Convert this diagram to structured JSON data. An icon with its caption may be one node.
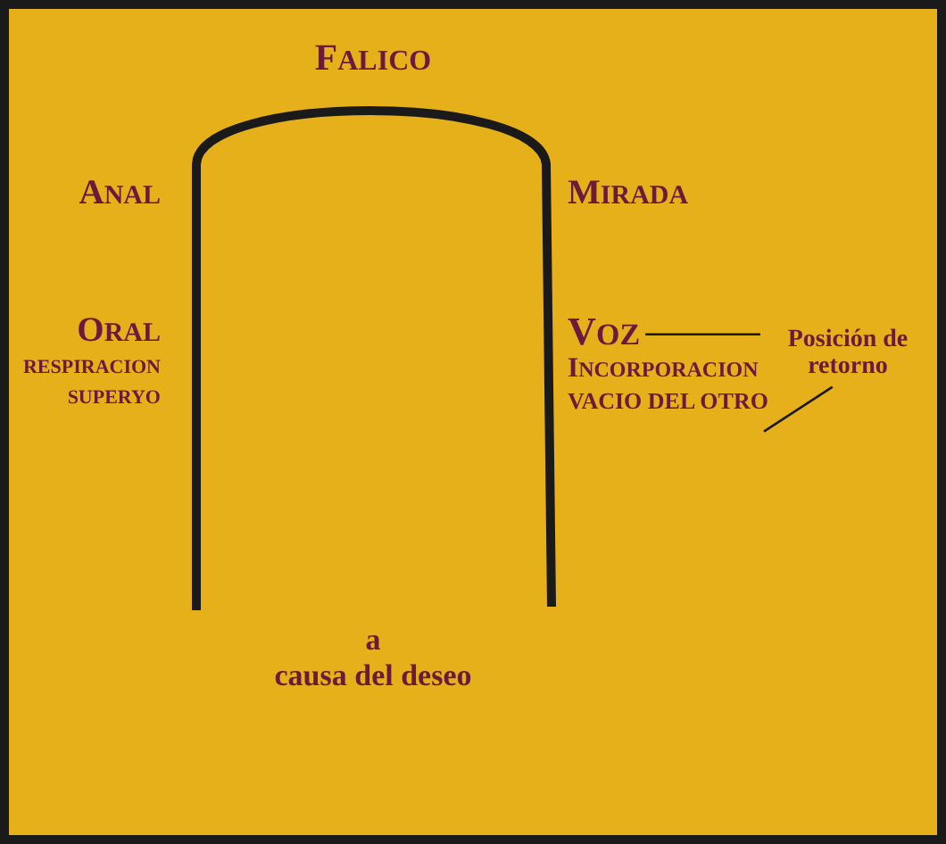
{
  "diagram": {
    "nodes": [
      {
        "text": [
          "VOZ"
        ]
      },
      {
        "text": [
          "Posición de retorno"
        ]
      }
    ],
    "edges": [
      {
        "from": 0,
        "to": 1,
        "arrow": "none"
      },
      {
        "from": 1,
        "to": null,
        "arrow": "none"
      }
    ],
    "labels": [
      "FALICO",
      "ANAL",
      "MIRADA",
      "ORAL",
      "RESPIRACION SUPERYO",
      "INCORPORACION",
      "VACIO DEL OTRO",
      "a",
      "causa del deseo"
    ]
  }
}
